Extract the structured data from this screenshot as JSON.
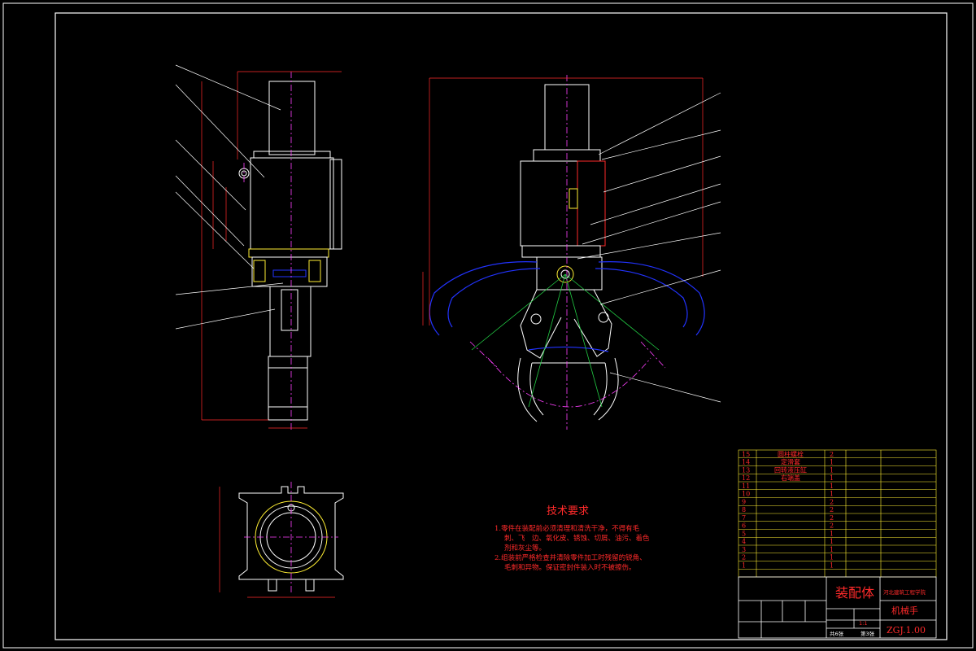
{
  "tech_requirements": {
    "title": "技术要求",
    "lines": [
      "1.零件在装配前必须清理和清洗干净，不得有毛",
      "刺、飞　边、氧化皮、锈蚀、切屑、油污、着色",
      "剂和灰尘等。",
      "2.组装前严格检查并清除零件加工时残留的锐角、",
      "毛刺和异物。保证密封件装入时不被擦伤。"
    ]
  },
  "bom": {
    "rows": [
      {
        "no": "15",
        "name": "圆柱螺栓",
        "qty": "2"
      },
      {
        "no": "14",
        "name": "定滑套",
        "qty": "1"
      },
      {
        "no": "13",
        "name": "回转液压缸",
        "qty": "1"
      },
      {
        "no": "12",
        "name": "右端盖",
        "qty": "1"
      },
      {
        "no": "11",
        "name": "",
        "qty": "1"
      },
      {
        "no": "10",
        "name": "",
        "qty": "1"
      },
      {
        "no": "9",
        "name": "",
        "qty": "2"
      },
      {
        "no": "8",
        "name": "",
        "qty": "2"
      },
      {
        "no": "7",
        "name": "",
        "qty": "2"
      },
      {
        "no": "6",
        "name": "",
        "qty": "2"
      },
      {
        "no": "5",
        "name": "",
        "qty": "1"
      },
      {
        "no": "4",
        "name": "",
        "qty": "1"
      },
      {
        "no": "3",
        "name": "",
        "qty": "1"
      },
      {
        "no": "2",
        "name": "",
        "qty": "1"
      },
      {
        "no": "1",
        "name": "",
        "qty": "1"
      }
    ]
  },
  "title_block": {
    "drawing_type": "装配体",
    "school": "河北建筑工程学院",
    "part_name": "机械手",
    "drawing_no": "ZGJ.1.00",
    "sheets_total": "共6张",
    "sheet_no": "第3张",
    "scale": "1:1"
  },
  "colors": {
    "background": "#000000",
    "line": "#ffffff",
    "text": "#ff2a2a",
    "center": "#ff40ff",
    "blue": "#2233ff",
    "yellow": "#ffee33",
    "green": "#22cc44",
    "cyan": "#33dddd"
  }
}
